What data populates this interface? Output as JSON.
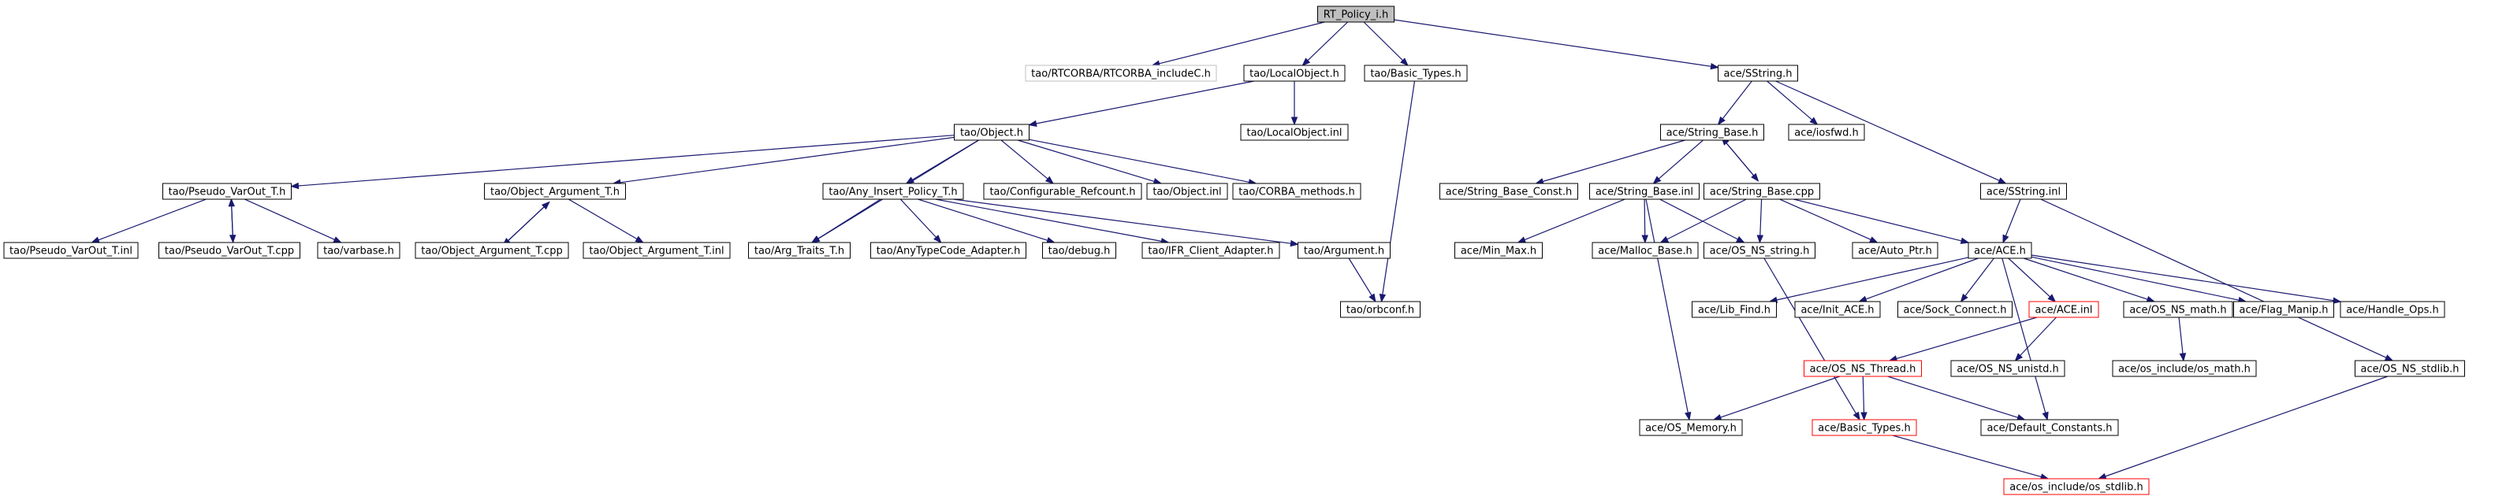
{
  "colors": {
    "edge": "#191970",
    "normal_border": "#000000",
    "normal_fill": "#ffffff",
    "root_fill": "#bfbfbf",
    "missing_border": "#bfbfbf",
    "truncated_border": "#ff0000",
    "text": "#000000"
  },
  "graph": {
    "nodes": [
      {
        "id": "rt_policy",
        "label": "RT_Policy_i.h",
        "kind": "root"
      },
      {
        "id": "rtcorba_includeC",
        "label": "tao/RTCORBA/RTCORBA_includeC.h",
        "kind": "missing"
      },
      {
        "id": "localobject_h",
        "label": "tao/LocalObject.h",
        "kind": "normal"
      },
      {
        "id": "basic_types_tao",
        "label": "tao/Basic_Types.h",
        "kind": "normal"
      },
      {
        "id": "sstring_h",
        "label": "ace/SString.h",
        "kind": "normal"
      },
      {
        "id": "object_h",
        "label": "tao/Object.h",
        "kind": "normal"
      },
      {
        "id": "localobject_inl",
        "label": "tao/LocalObject.inl",
        "kind": "normal"
      },
      {
        "id": "string_base_h",
        "label": "ace/String_Base.h",
        "kind": "normal"
      },
      {
        "id": "iosfwd_h",
        "label": "ace/iosfwd.h",
        "kind": "normal"
      },
      {
        "id": "pseudo_varout_h",
        "label": "tao/Pseudo_VarOut_T.h",
        "kind": "normal"
      },
      {
        "id": "object_argument_h",
        "label": "tao/Object_Argument_T.h",
        "kind": "normal"
      },
      {
        "id": "any_insert_policy_h",
        "label": "tao/Any_Insert_Policy_T.h",
        "kind": "normal"
      },
      {
        "id": "configurable_refcount",
        "label": "tao/Configurable_Refcount.h",
        "kind": "normal"
      },
      {
        "id": "object_inl",
        "label": "tao/Object.inl",
        "kind": "normal"
      },
      {
        "id": "corba_methods",
        "label": "tao/CORBA_methods.h",
        "kind": "normal"
      },
      {
        "id": "string_base_const",
        "label": "ace/String_Base_Const.h",
        "kind": "normal"
      },
      {
        "id": "string_base_inl",
        "label": "ace/String_Base.inl",
        "kind": "normal"
      },
      {
        "id": "string_base_cpp",
        "label": "ace/String_Base.cpp",
        "kind": "normal"
      },
      {
        "id": "sstring_inl",
        "label": "ace/SString.inl",
        "kind": "normal"
      },
      {
        "id": "pseudo_varout_inl",
        "label": "tao/Pseudo_VarOut_T.inl",
        "kind": "normal"
      },
      {
        "id": "pseudo_varout_cpp",
        "label": "tao/Pseudo_VarOut_T.cpp",
        "kind": "normal"
      },
      {
        "id": "varbase_h",
        "label": "tao/varbase.h",
        "kind": "normal"
      },
      {
        "id": "object_argument_cpp",
        "label": "tao/Object_Argument_T.cpp",
        "kind": "normal"
      },
      {
        "id": "object_argument_inl",
        "label": "tao/Object_Argument_T.inl",
        "kind": "normal"
      },
      {
        "id": "arg_traits_h",
        "label": "tao/Arg_Traits_T.h",
        "kind": "normal"
      },
      {
        "id": "anytypecode_adapter",
        "label": "tao/AnyTypeCode_Adapter.h",
        "kind": "normal"
      },
      {
        "id": "debug_h",
        "label": "tao/debug.h",
        "kind": "normal"
      },
      {
        "id": "ifr_client_adapter",
        "label": "tao/IFR_Client_Adapter.h",
        "kind": "normal"
      },
      {
        "id": "argument_h",
        "label": "tao/Argument.h",
        "kind": "normal"
      },
      {
        "id": "min_max_h",
        "label": "ace/Min_Max.h",
        "kind": "normal"
      },
      {
        "id": "malloc_base_h",
        "label": "ace/Malloc_Base.h",
        "kind": "normal"
      },
      {
        "id": "os_ns_string_h",
        "label": "ace/OS_NS_string.h",
        "kind": "normal"
      },
      {
        "id": "auto_ptr_h",
        "label": "ace/Auto_Ptr.h",
        "kind": "normal"
      },
      {
        "id": "ace_h",
        "label": "ace/ACE.h",
        "kind": "normal"
      },
      {
        "id": "orbconf_h",
        "label": "tao/orbconf.h",
        "kind": "normal"
      },
      {
        "id": "lib_find_h",
        "label": "ace/Lib_Find.h",
        "kind": "normal"
      },
      {
        "id": "init_ace_h",
        "label": "ace/Init_ACE.h",
        "kind": "normal"
      },
      {
        "id": "sock_connect_h",
        "label": "ace/Sock_Connect.h",
        "kind": "normal"
      },
      {
        "id": "ace_inl",
        "label": "ace/ACE.inl",
        "kind": "truncated"
      },
      {
        "id": "os_ns_math_h",
        "label": "ace/OS_NS_math.h",
        "kind": "normal"
      },
      {
        "id": "flag_manip_h",
        "label": "ace/Flag_Manip.h",
        "kind": "normal"
      },
      {
        "id": "handle_ops_h",
        "label": "ace/Handle_Ops.h",
        "kind": "normal"
      },
      {
        "id": "os_ns_thread_h",
        "label": "ace/OS_NS_Thread.h",
        "kind": "truncated"
      },
      {
        "id": "os_ns_unistd_h",
        "label": "ace/OS_NS_unistd.h",
        "kind": "normal"
      },
      {
        "id": "os_math_h",
        "label": "ace/os_include/os_math.h",
        "kind": "normal"
      },
      {
        "id": "os_ns_stdlib_h",
        "label": "ace/OS_NS_stdlib.h",
        "kind": "normal"
      },
      {
        "id": "os_memory_h",
        "label": "ace/OS_Memory.h",
        "kind": "normal"
      },
      {
        "id": "basic_types_ace",
        "label": "ace/Basic_Types.h",
        "kind": "truncated"
      },
      {
        "id": "default_constants",
        "label": "ace/Default_Constants.h",
        "kind": "normal"
      },
      {
        "id": "os_stdlib_h",
        "label": "ace/os_include/os_stdlib.h",
        "kind": "truncated"
      }
    ],
    "edges": [
      [
        "rt_policy",
        "rtcorba_includeC"
      ],
      [
        "rt_policy",
        "localobject_h"
      ],
      [
        "rt_policy",
        "basic_types_tao"
      ],
      [
        "rt_policy",
        "sstring_h"
      ],
      [
        "localobject_h",
        "object_h"
      ],
      [
        "localobject_h",
        "localobject_inl"
      ],
      [
        "basic_types_tao",
        "orbconf_h"
      ],
      [
        "sstring_h",
        "string_base_h"
      ],
      [
        "sstring_h",
        "iosfwd_h"
      ],
      [
        "sstring_h",
        "sstring_inl"
      ],
      [
        "object_h",
        "pseudo_varout_h"
      ],
      [
        "object_h",
        "object_argument_h"
      ],
      [
        "object_h",
        "arg_traits_h"
      ],
      [
        "object_h",
        "any_insert_policy_h"
      ],
      [
        "object_h",
        "configurable_refcount"
      ],
      [
        "object_h",
        "object_inl"
      ],
      [
        "object_h",
        "corba_methods"
      ],
      [
        "string_base_h",
        "string_base_const"
      ],
      [
        "string_base_h",
        "string_base_inl"
      ],
      [
        "string_base_h",
        "string_base_cpp"
      ],
      [
        "string_base_cpp",
        "string_base_h"
      ],
      [
        "pseudo_varout_h",
        "pseudo_varout_inl"
      ],
      [
        "pseudo_varout_h",
        "pseudo_varout_cpp"
      ],
      [
        "pseudo_varout_h",
        "varbase_h"
      ],
      [
        "pseudo_varout_cpp",
        "pseudo_varout_h"
      ],
      [
        "object_argument_h",
        "object_argument_cpp"
      ],
      [
        "object_argument_h",
        "object_argument_inl"
      ],
      [
        "object_argument_cpp",
        "object_argument_h"
      ],
      [
        "any_insert_policy_h",
        "arg_traits_h"
      ],
      [
        "any_insert_policy_h",
        "anytypecode_adapter"
      ],
      [
        "any_insert_policy_h",
        "debug_h"
      ],
      [
        "any_insert_policy_h",
        "ifr_client_adapter"
      ],
      [
        "any_insert_policy_h",
        "argument_h"
      ],
      [
        "argument_h",
        "orbconf_h"
      ],
      [
        "string_base_inl",
        "min_max_h"
      ],
      [
        "string_base_inl",
        "malloc_base_h"
      ],
      [
        "string_base_inl",
        "os_ns_string_h"
      ],
      [
        "string_base_inl",
        "os_memory_h"
      ],
      [
        "string_base_cpp",
        "malloc_base_h"
      ],
      [
        "string_base_cpp",
        "os_ns_string_h"
      ],
      [
        "string_base_cpp",
        "auto_ptr_h"
      ],
      [
        "string_base_cpp",
        "ace_h"
      ],
      [
        "sstring_inl",
        "ace_h"
      ],
      [
        "sstring_inl",
        "os_ns_stdlib_h"
      ],
      [
        "os_ns_string_h",
        "basic_types_ace"
      ],
      [
        "ace_h",
        "lib_find_h"
      ],
      [
        "ace_h",
        "init_ace_h"
      ],
      [
        "ace_h",
        "sock_connect_h"
      ],
      [
        "ace_h",
        "ace_inl"
      ],
      [
        "ace_h",
        "os_ns_math_h"
      ],
      [
        "ace_h",
        "flag_manip_h"
      ],
      [
        "ace_h",
        "handle_ops_h"
      ],
      [
        "ace_h",
        "default_constants"
      ],
      [
        "ace_inl",
        "os_ns_thread_h"
      ],
      [
        "ace_inl",
        "os_ns_unistd_h"
      ],
      [
        "os_ns_math_h",
        "os_math_h"
      ],
      [
        "os_ns_thread_h",
        "os_memory_h"
      ],
      [
        "os_ns_thread_h",
        "basic_types_ace"
      ],
      [
        "os_ns_thread_h",
        "default_constants"
      ],
      [
        "basic_types_ace",
        "os_stdlib_h"
      ],
      [
        "os_ns_stdlib_h",
        "os_stdlib_h"
      ]
    ]
  }
}
